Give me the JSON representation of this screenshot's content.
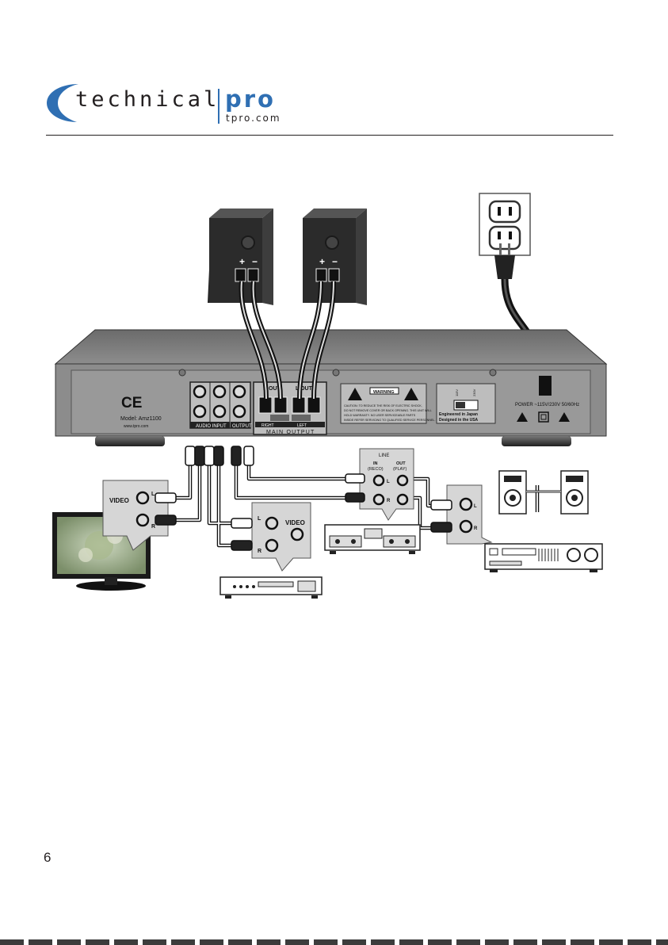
{
  "logo": {
    "word": "technical",
    "pro": "pro",
    "site": "tpro.com"
  },
  "amp": {
    "ce_mark": "CE",
    "model": "Model: Amz1100",
    "website": "www.tpro.com",
    "r_out": "R OUT",
    "l_out": "L OUT",
    "right_label": "RIGHT",
    "left_label": "LEFT",
    "main_output": "MAIN OUTPUT",
    "audio_input": "AUDIO INPUT",
    "output": "OUTPUT",
    "warning_title": "WARNING",
    "warning_text_1": "CAUTION: TO REDUCE THE RISK OF ELECTRIC SHOCK,",
    "warning_text_2": "DO NOT REMOVE COVER OR BACK OPENING. THIS UNIT WILL",
    "warning_text_3": "HOLD WARRANTY. NO USER SERVICEABLE PARTS",
    "warning_text_4": "INSIDE REFER SERVICING TO QUALIFIED SERVICE PERSONNEL.",
    "engineered": "Engineered in Japan",
    "designed": "Designed in the USA",
    "power": "POWER ~115V/230V 50/60Hz",
    "voltage_115": "115V",
    "voltage_230": "230V"
  },
  "tv": {
    "label": "VIDEO",
    "l": "L",
    "r": "R"
  },
  "dvd": {
    "label": "VIDEO",
    "l": "L",
    "r": "R"
  },
  "deck": {
    "line": "LINE",
    "in": "IN",
    "reco": "(RECO)",
    "out": "OUT",
    "play": "(PLAY)",
    "l": "L",
    "r": "R"
  },
  "receiver": {
    "l": "L",
    "r": "R"
  },
  "speaker": {
    "plus": "+",
    "minus": "−"
  },
  "page_number": "6",
  "colors": {
    "brand_blue": "#2f6fb3",
    "panel_gray": "#8c8c8c",
    "dark": "#2b2b2b"
  }
}
